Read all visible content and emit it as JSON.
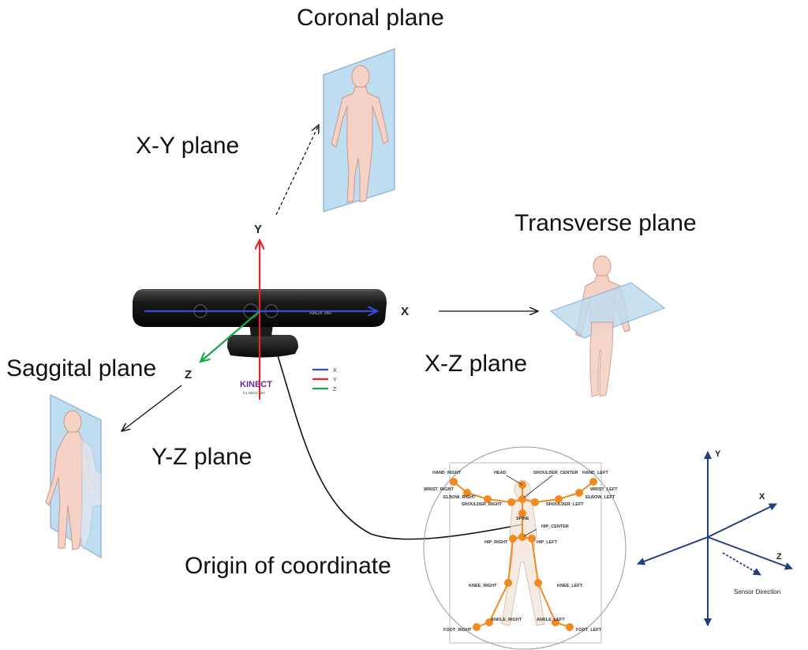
{
  "labels": {
    "coronal": "Coronal plane",
    "xy": "X-Y plane",
    "transverse": "Transverse plane",
    "xz": "X-Z plane",
    "saggital": "Saggital plane",
    "yz": "Y-Z plane",
    "origin": "Origin of coordinate"
  },
  "kinect": {
    "axes": {
      "x": "X",
      "y": "Y",
      "z": "Z"
    },
    "device_text": "XBOX 360",
    "logo": "KINECT",
    "logo_sub": "for XBOX 360.",
    "legend": [
      {
        "label": "X",
        "color": "#3a4bd4"
      },
      {
        "label": "Y",
        "color": "#e8262a"
      },
      {
        "label": "Z",
        "color": "#1aa64a"
      }
    ]
  },
  "skeleton": {
    "joints": {
      "hand_right": "HAND_RIGHT",
      "head": "HEAD",
      "shoulder_center": "SHOULDER_CENTER",
      "hand_left": "HAND_LEFT",
      "wrist_right": "WRIST_RIGHT",
      "elbow_right": "ELBOW_RIGHT",
      "shoulder_right": "SHOULDER_RIGHT",
      "shoulder_left": "SHOULDER_LEFT",
      "elbow_left": "ELBOW_LEFT",
      "wrist_left": "WRIST_LEFT",
      "spine": "SPINE",
      "hip_center": "HIP_CENTER",
      "hip_right": "HIP_RIGHT",
      "hip_left": "HIP_LEFT",
      "knee_right": "KNEE_RIGHT",
      "knee_left": "KNEE_LEFT",
      "ankle_right": "ANKLE_RIGHT",
      "ankle_left": "ANKLE_LEFT",
      "foot_right": "FOOT_RIGHT",
      "foot_left": "FOOT_LEFT"
    }
  },
  "sensor_axes": {
    "y": "Y",
    "x": "X",
    "z": "Z",
    "direction": "Sensor Direction"
  },
  "colors": {
    "plane_fill": "#bcdcf0",
    "plane_edge": "#8fb6d6",
    "body": "#f6d2c6",
    "joint": "#f08a1e",
    "navy": "#1f3f80"
  }
}
